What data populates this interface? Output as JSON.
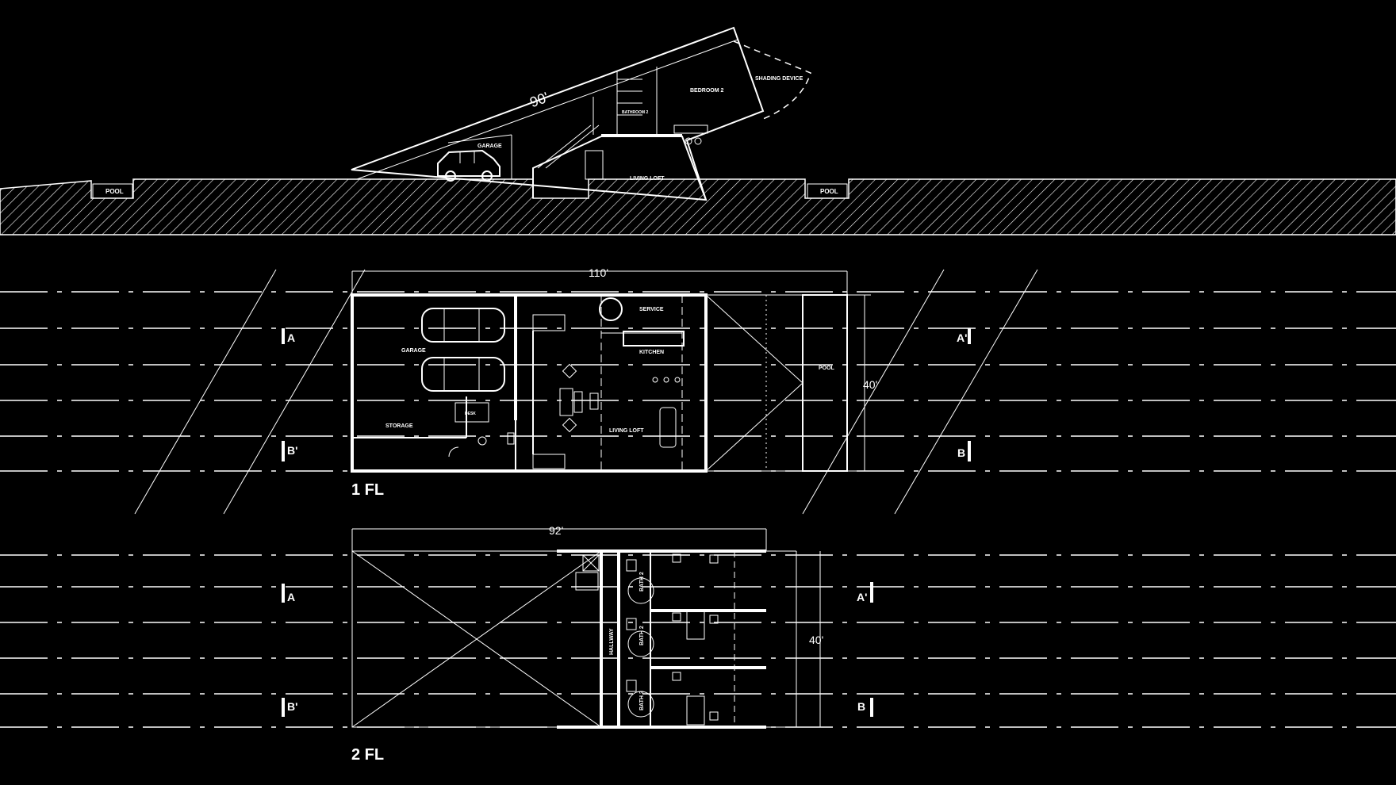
{
  "section": {
    "dimension": "90'",
    "pool_left": "POOL",
    "pool_right": "POOL",
    "garage": "GARAGE",
    "bathroom": "BATHROOM 2",
    "bedroom": "BEDROOM 2",
    "shading": "SHADING DEVICE",
    "living": "LIVING LOFT"
  },
  "floor1": {
    "title": "1 FL",
    "width_dim": "110'",
    "depth_dim": "40'",
    "garage": "GARAGE",
    "storage": "STORAGE",
    "service": "SERVICE",
    "kitchen": "KITCHEN",
    "living": "LIVING LOFT",
    "pool": "POOL",
    "small": "DESK",
    "marker_a": "A",
    "marker_a_prime": "A'",
    "marker_b_prime": "B'",
    "marker_b": "B"
  },
  "floor2": {
    "title": "2 FL",
    "width_dim": "92'",
    "depth_dim": "40'",
    "hallway": "HALLWAY",
    "bath_1": "BATH 2",
    "bath_2": "BATH 2",
    "bath_3": "BATH 3",
    "marker_a": "A",
    "marker_a_prime": "A'",
    "marker_b_prime": "B'",
    "marker_b": "B"
  }
}
